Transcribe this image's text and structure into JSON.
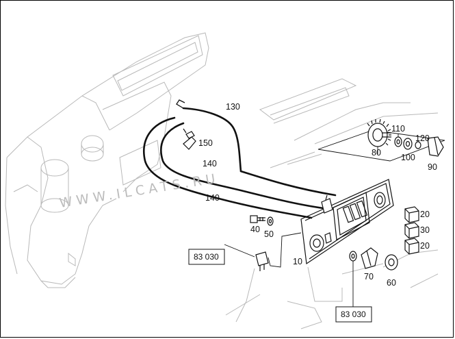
{
  "watermark": "WWW.ILCATS.RU",
  "callouts": {
    "p10": "10",
    "p20a": "20",
    "p20b": "20",
    "p30": "30",
    "p40": "40",
    "p50": "50",
    "p60": "60",
    "p70": "70",
    "p80": "80",
    "p90": "90",
    "p100": "100",
    "p110": "110",
    "p120": "120",
    "p130": "130",
    "p140a": "140",
    "p140b": "140",
    "p150": "150"
  },
  "references": {
    "ref_left": "83 030",
    "ref_bottom": "83 030"
  }
}
